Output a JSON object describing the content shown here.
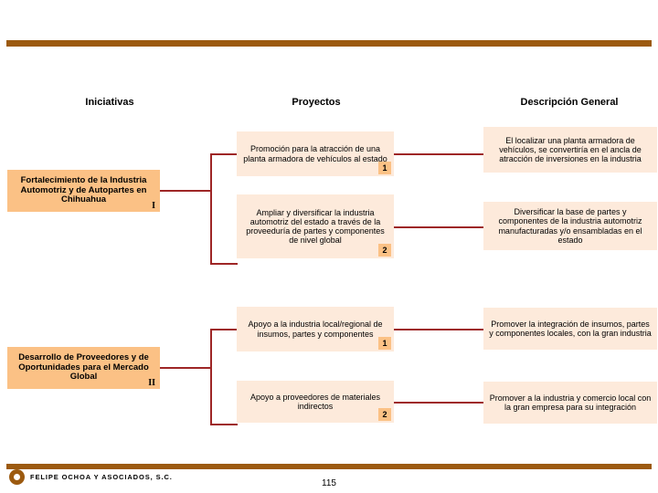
{
  "slide": {
    "page_number": "115",
    "footer_text": "FELIPE OCHOA Y ASOCIADOS, S.C.",
    "colors": {
      "rule_brown": "#9c5a10",
      "initiative_fill": "#fbc185",
      "box_fill": "#fdeadb",
      "connector_red": "#9e2626"
    }
  },
  "columns": [
    {
      "label": "Iniciativas"
    },
    {
      "label": "Proyectos"
    },
    {
      "label": "Descripción General"
    }
  ],
  "sections": [
    {
      "roman": "I",
      "initiative": "Fortalecimiento de la Industria Automotriz y de Autopartes en Chihuahua",
      "rows": [
        {
          "number": "1",
          "project": "Promoción para la atracción de una planta armadora de vehículos al estado",
          "description": "El localizar una planta armadora de vehículos, se convertiría en el ancla de atracción de inversiones en la industria"
        },
        {
          "number": "2",
          "project": "Ampliar y diversificar la industria automotriz del estado a través de la proveeduría de partes y componentes de nivel global",
          "description": "Diversificar la base de partes y componentes de la industria automotriz manufacturadas y/o ensambladas en el estado"
        }
      ]
    },
    {
      "roman": "II",
      "initiative": "Desarrollo de Proveedores y de Oportunidades para el Mercado Global",
      "rows": [
        {
          "number": "1",
          "project": "Apoyo a la industria local/regional de insumos, partes y componentes",
          "description": "Promover la integración de insumos, partes y componentes locales, con la gran industria"
        },
        {
          "number": "2",
          "project": "Apoyo a proveedores de materiales indirectos",
          "description": "Promover a la industria y comercio local con la gran empresa para su integración"
        }
      ]
    }
  ]
}
